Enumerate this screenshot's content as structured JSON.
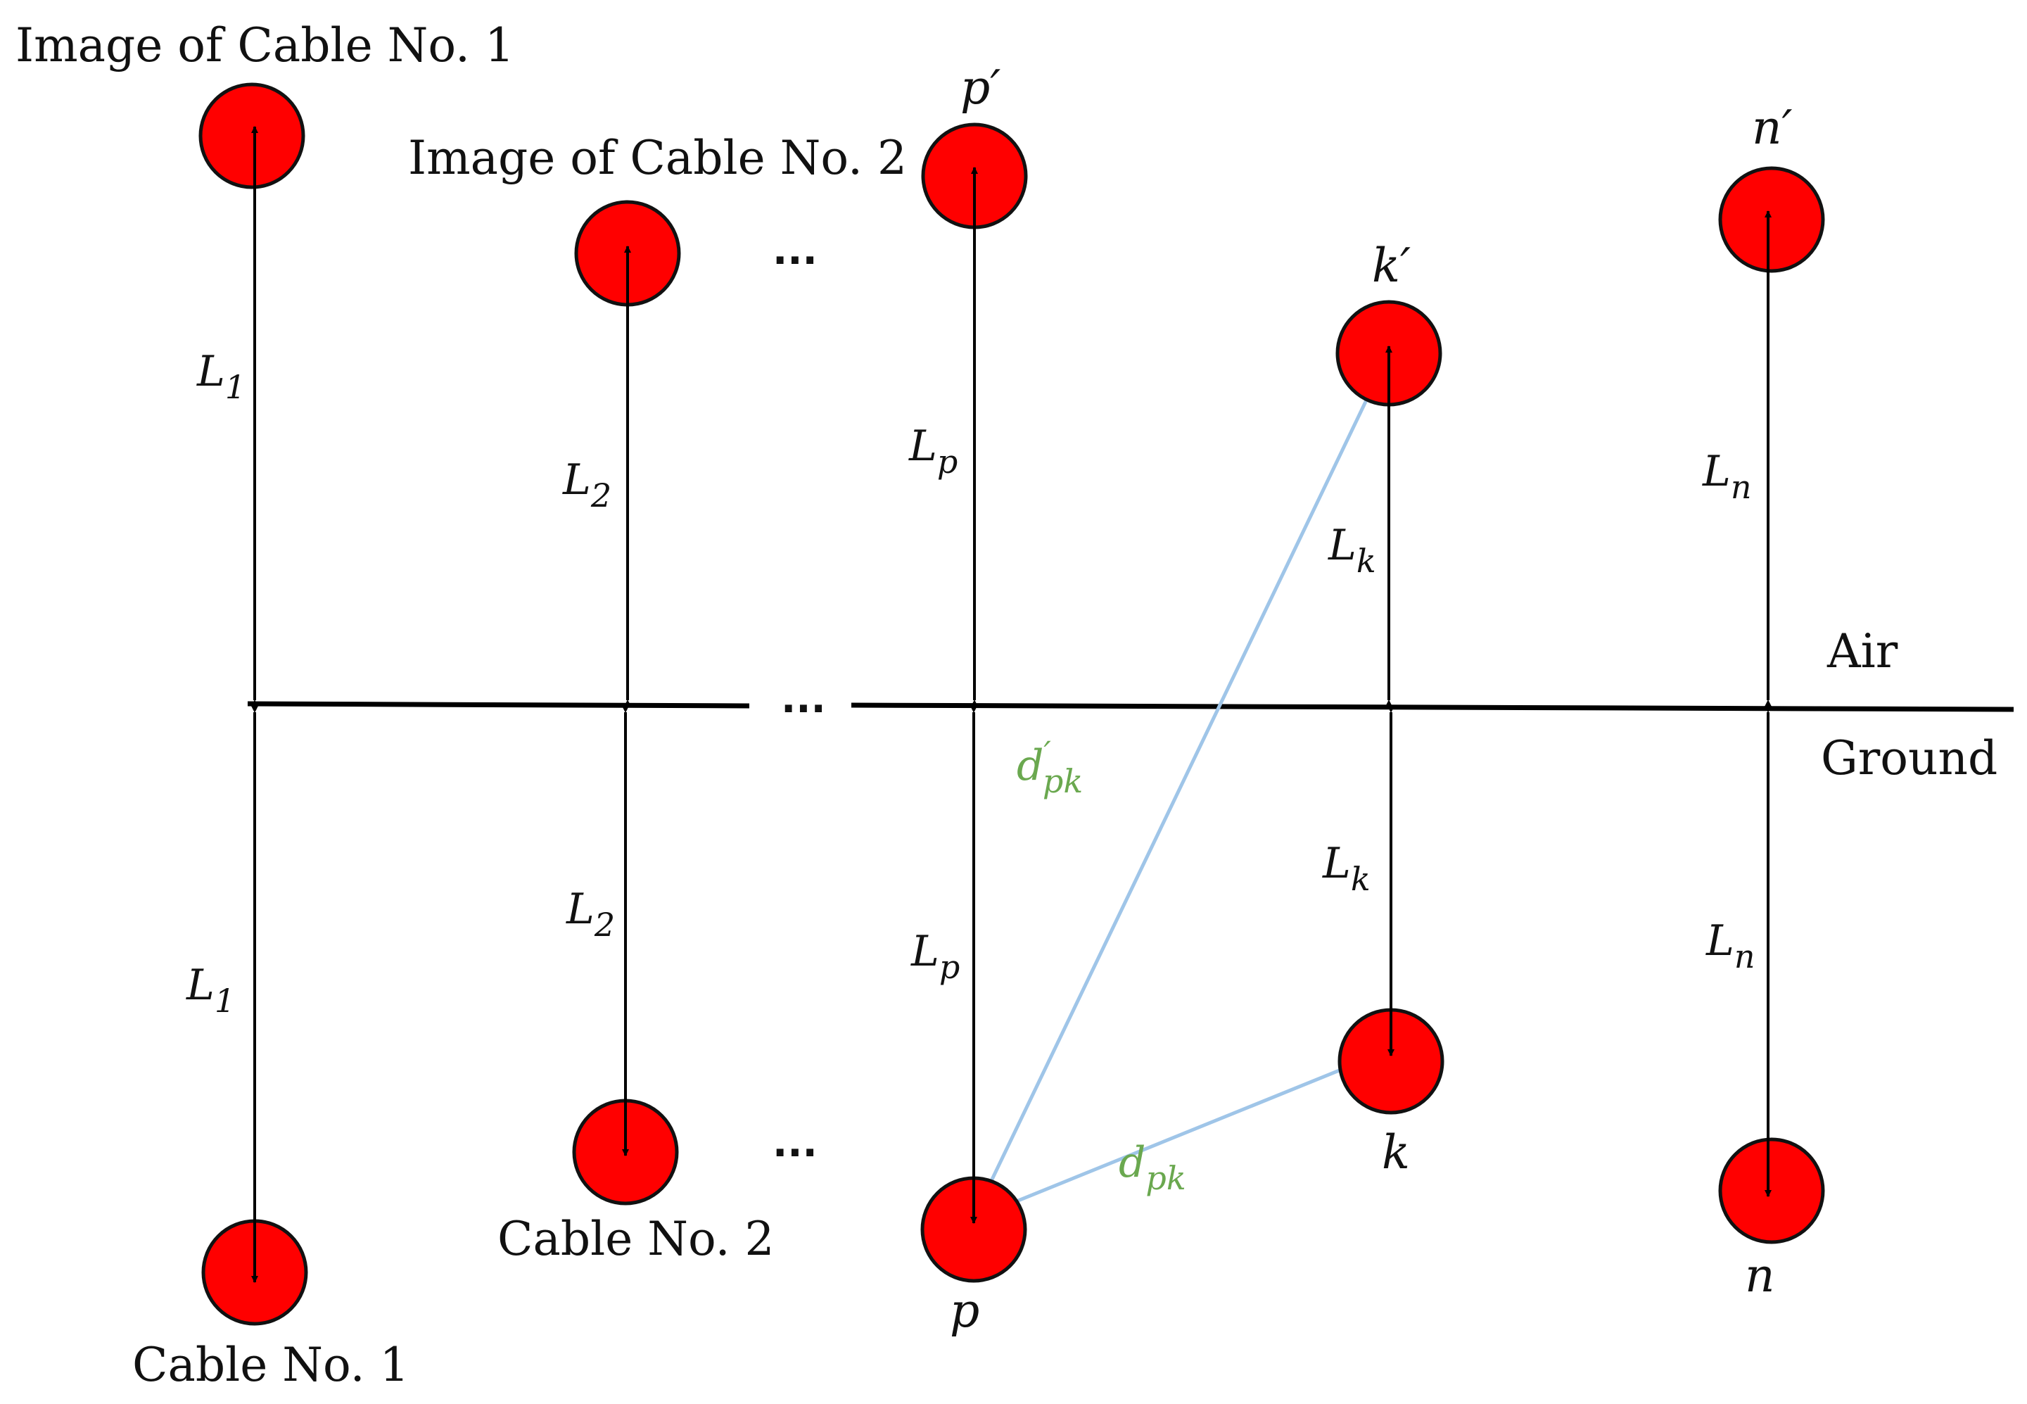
{
  "labels": {
    "image_cable_1": "Image of Cable No. 1",
    "image_cable_2": "Image of Cable No. 2",
    "cable_1": "Cable No. 1",
    "cable_2": "Cable No. 2",
    "air": "Air",
    "ground": "Ground",
    "ellipsis": "..."
  },
  "points": {
    "p_prime": "p′",
    "k_prime": "k′",
    "n_prime": "n′",
    "p": "p",
    "k": "k",
    "n": "n"
  },
  "dims": {
    "L": "L",
    "sub_1": "1",
    "sub_2": "2",
    "sub_p": "p",
    "sub_k": "k",
    "sub_n": "n"
  },
  "distances": {
    "d": "d",
    "prime": "′",
    "sub_pk": "pk"
  },
  "colors": {
    "cable_fill": "#ff0000",
    "distance_line": "#9fc5e8",
    "distance_label": "#6aa84f"
  }
}
